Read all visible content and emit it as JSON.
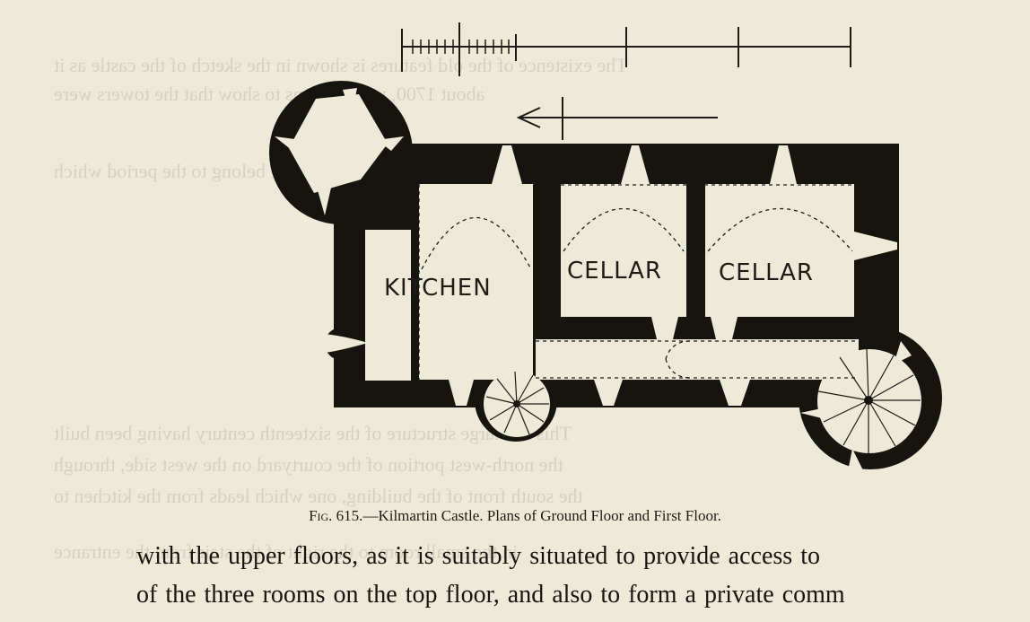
{
  "figure": {
    "room_labels": [
      "KITCHEN",
      "CELLAR",
      "CELLAR"
    ]
  },
  "caption": {
    "figure_number": "Fig. 615.",
    "text": "—Kilmartin Castle.   Plans of Ground Floor and First Floor."
  },
  "body_text": [
    "with the upper floors, as it is suitably situated to provide access to",
    "of the three rooms on the top floor, and also to form a private comm"
  ]
}
